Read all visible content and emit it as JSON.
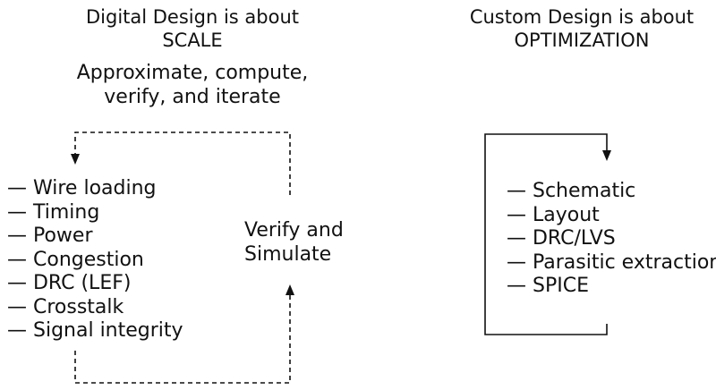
{
  "left": {
    "title_line1": "Digital Design is about",
    "title_line2": "SCALE",
    "subtitle_line1": "Approximate, compute,",
    "subtitle_line2": "verify, and iterate",
    "items": [
      "— Wire loading",
      "— Timing",
      "— Power",
      "— Congestion",
      "— DRC (LEF)",
      "— Crosstalk",
      "— Signal integrity"
    ],
    "loop_label_line1": "Verify and",
    "loop_label_line2": "Simulate"
  },
  "right": {
    "title_line1": "Custom Design is about",
    "title_line2": "OPTIMIZATION",
    "items": [
      "— Schematic",
      "— Layout",
      "— DRC/LVS",
      "— Parasitic extraction",
      "— SPICE"
    ]
  }
}
